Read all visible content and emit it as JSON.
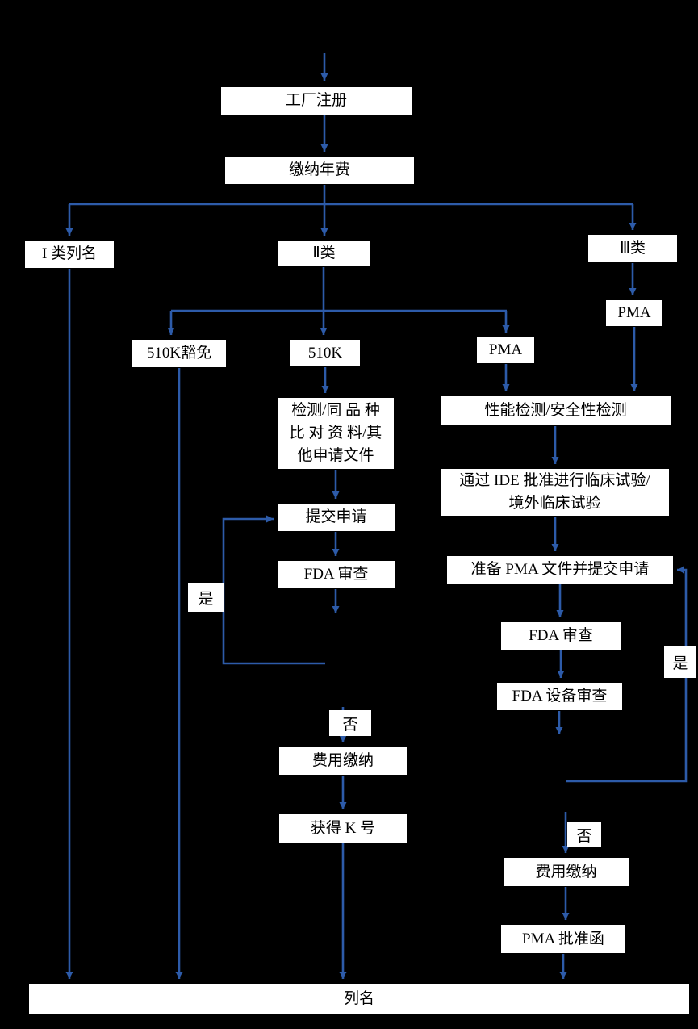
{
  "colors": {
    "background": "#000000",
    "arrow": "#2d5ba9",
    "box_bg": "#ffffff",
    "box_text": "#000000"
  },
  "nodes": {
    "factory_registration": "工厂注册",
    "annual_fee": "缴纳年费",
    "class1_listing": "I 类列名",
    "class2": "Ⅱ类",
    "class3": "Ⅲ类",
    "pma_under_class3": "PMA",
    "k510_exempt": "510K豁免",
    "k510": "510K",
    "pma_mid": "PMA",
    "test_documents": "检测/同 品 种\n比 对 资 料/其\n他申请文件",
    "performance_test": "性能检测/安全性检测",
    "submit_application": "提交申请",
    "fda_review_mid": "FDA 审查",
    "ide_clinical_trial": "通过 IDE 批准进行临床试验/\n境外临床试验",
    "prepare_pma": "准备 PMA 文件并提交申请",
    "fda_review_right": "FDA 审查",
    "fda_device_review": "FDA 设备审查",
    "fee_payment_mid": "费用缴纳",
    "obtain_k_number": "获得 K 号",
    "fee_payment_right": "费用缴纳",
    "pma_approval_letter": "PMA 批准函",
    "listing": "列名"
  },
  "labels": {
    "yes_left": "是",
    "yes_right": "是",
    "no_mid": "否",
    "no_right": "否"
  }
}
